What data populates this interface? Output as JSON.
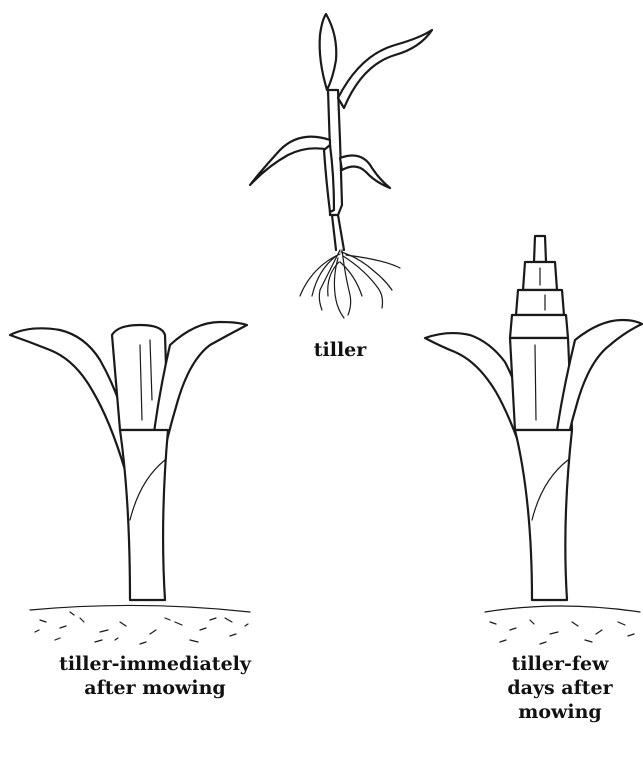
{
  "labels": {
    "tiller": "tiller",
    "left_line1": "tiller-immediately",
    "left_line2": "after mowing",
    "right_line1": "tiller-few",
    "right_line2": "days after",
    "right_line3": "mowing"
  },
  "colors": {
    "ink": "#1a1a1a",
    "background": "#ffffff"
  }
}
